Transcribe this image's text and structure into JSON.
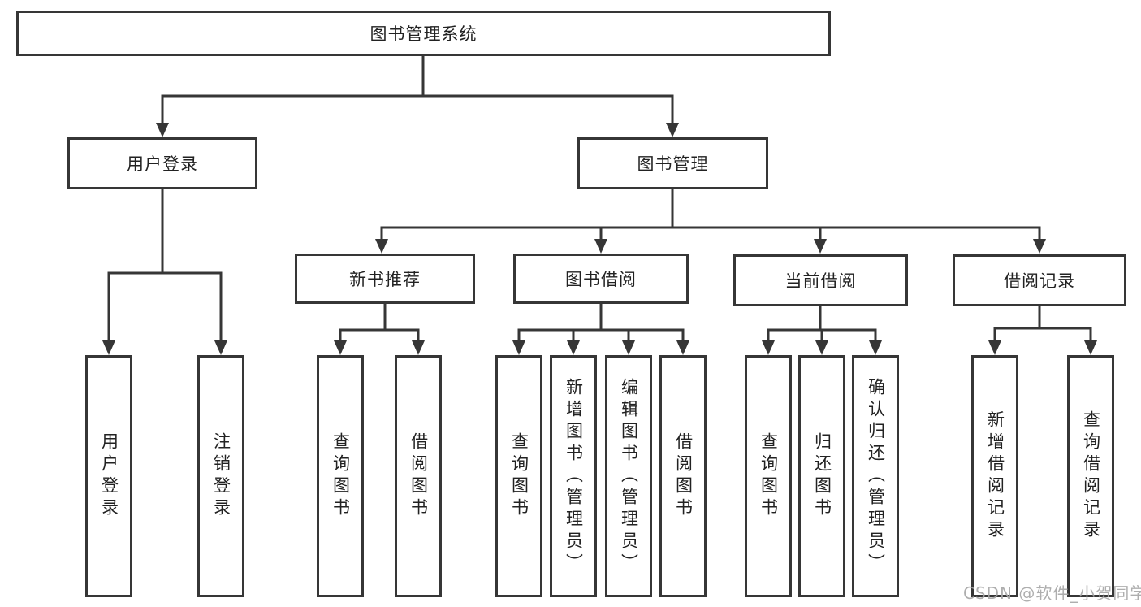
{
  "diagram": {
    "title": "图书管理系统",
    "type": "hierarchy-tree",
    "colors": {
      "line": "#363636",
      "box_border": "#363636",
      "box_fill": "#ffffff",
      "text": "#222222",
      "watermark_text": "#a6a6a6"
    },
    "watermark": "CSDN @软件_小贺同学",
    "tree": {
      "label": "图书管理系统",
      "children": [
        {
          "label": "用户登录",
          "children": [
            "用户登录",
            "注销登录"
          ]
        },
        {
          "label": "图书管理",
          "children": [
            {
              "label": "新书推荐",
              "children": [
                "查询图书",
                "借阅图书"
              ]
            },
            {
              "label": "图书借阅",
              "children": [
                "查询图书",
                "新增图书（管理员）",
                "编辑图书（管理员）",
                "借阅图书"
              ]
            },
            {
              "label": "当前借阅",
              "children": [
                "查询图书",
                "归还图书",
                "确认归还（管理员）"
              ]
            },
            {
              "label": "借阅记录",
              "children": [
                "新增借阅记录",
                "查询借阅记录"
              ]
            }
          ]
        }
      ]
    }
  }
}
